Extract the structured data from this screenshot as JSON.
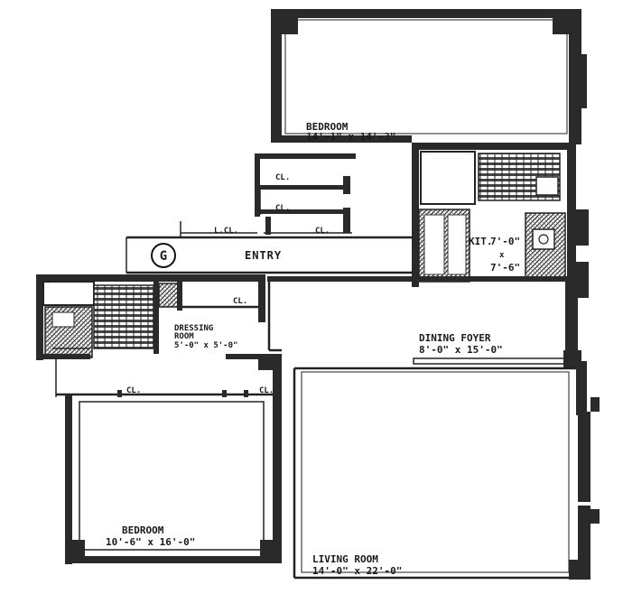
{
  "rooms": {
    "bedroom_top": {
      "name": "BEDROOM",
      "dims": "14'-1\" x 14'-3\""
    },
    "kitchen": {
      "name": "KIT.",
      "dim1": "7'-0\"",
      "x": "x",
      "dim2": "7'-6\""
    },
    "entry": {
      "name": "ENTRY",
      "unit": "G"
    },
    "dining_foyer": {
      "name": "DINING FOYER",
      "dims": "8'-0\" x 15'-0\""
    },
    "dressing_room": {
      "name1": "DRESSING",
      "name2": "ROOM",
      "dims": "5'-0\" x 5'-0\""
    },
    "bedroom_bottom": {
      "name": "BEDROOM",
      "dims": "10'-6\" x 16'-0\""
    },
    "living_room": {
      "name": "LIVING ROOM",
      "dims": "14'-0\" x 22'-0\""
    }
  },
  "closets": {
    "cl_upper": "CL.",
    "cl_lower": "CL.",
    "lcl": "L.CL.",
    "cl_entry": "CL.",
    "cl_dressing": "CL.",
    "cl_bed_left": "CL.",
    "cl_bed_right": "CL."
  }
}
